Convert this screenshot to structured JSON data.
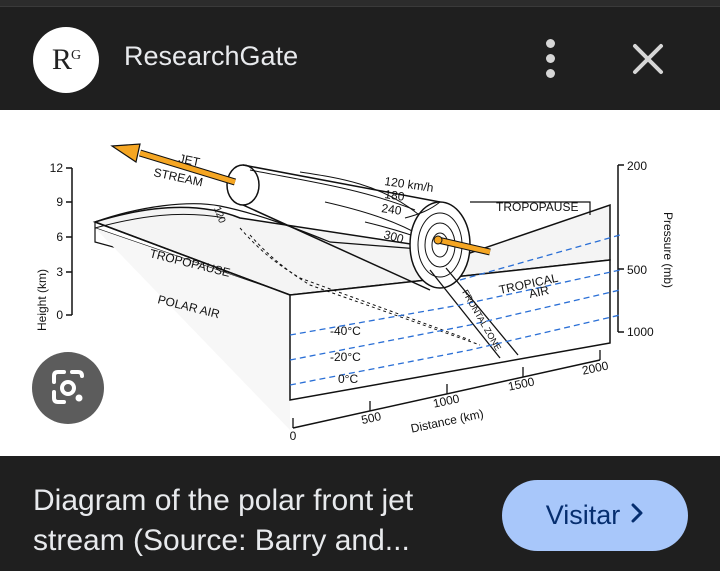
{
  "header": {
    "logo_text": "R",
    "logo_sup": "G",
    "site_name": "ResearchGate",
    "menu_icon": "more-vert-icon",
    "close_icon": "close-icon"
  },
  "figure": {
    "left_axis_label": "Height (km)",
    "left_ticks": [
      "12",
      "9",
      "6",
      "3",
      "0"
    ],
    "right_axis_label": "Pressure (mb)",
    "right_ticks": [
      "200",
      "500",
      "1000"
    ],
    "bottom_axis_label": "Distance (km)",
    "bottom_ticks": [
      "0",
      "500",
      "1000",
      "1500",
      "2000"
    ],
    "label_jet": "JET",
    "label_stream": "STREAM",
    "label_120_small": "120",
    "isotachs": [
      "120 km/h",
      "180",
      "240",
      "300"
    ],
    "label_tropopause_right": "TROPOPAUSE",
    "label_tropopause_left": "TROPOPAUSE",
    "label_polar_air": "POLAR AIR",
    "label_tropical": "TROPICAL",
    "label_air": "AIR",
    "label_frontal_zone": "FRONTAL ZONE",
    "isotherms": [
      "-40°C",
      "-20°C",
      "0°C"
    ],
    "colors": {
      "jet_arrow": "#f5a623",
      "isotherm": "#2a6fd6"
    }
  },
  "lens_icon": "google-lens-icon",
  "caption": "Diagram of the polar front jet stream (Source: Barry and...",
  "visit_button": {
    "label": "Visitar",
    "icon": "chevron-right-icon"
  }
}
